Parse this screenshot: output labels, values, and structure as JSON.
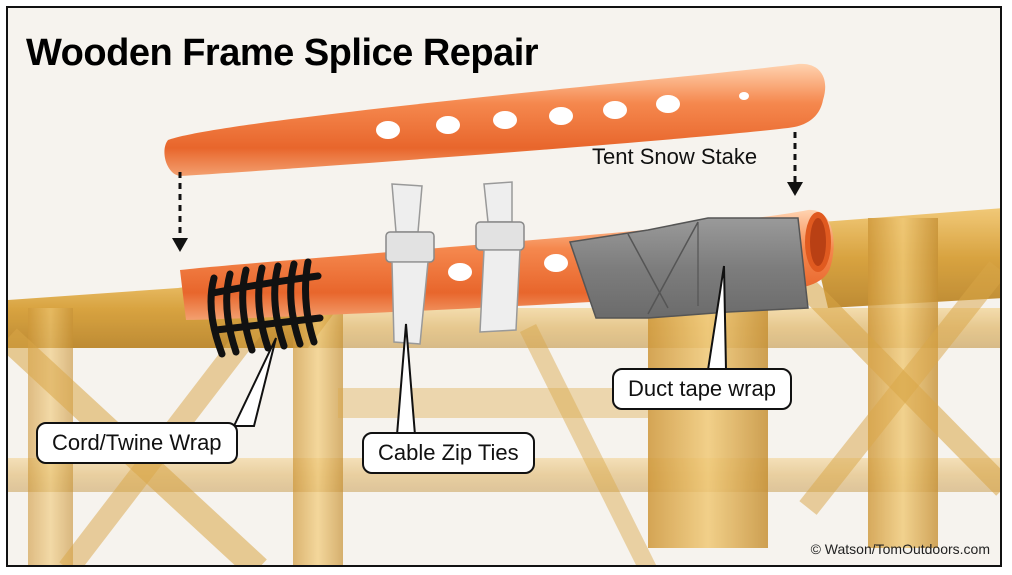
{
  "title": "Wooden Frame Splice Repair",
  "labels": {
    "stake": "Tent Snow Stake",
    "cord": "Cord/Twine Wrap",
    "zip": "Cable Zip Ties",
    "duct": "Duct tape wrap"
  },
  "credit": "© Watson/TomOutdoors.com",
  "colors": {
    "stake": "#f07840",
    "wood": "#d9a030",
    "cord": "#111111",
    "duct_tape": "#8a8a8a",
    "zip_tie": "#e8e8e8"
  }
}
